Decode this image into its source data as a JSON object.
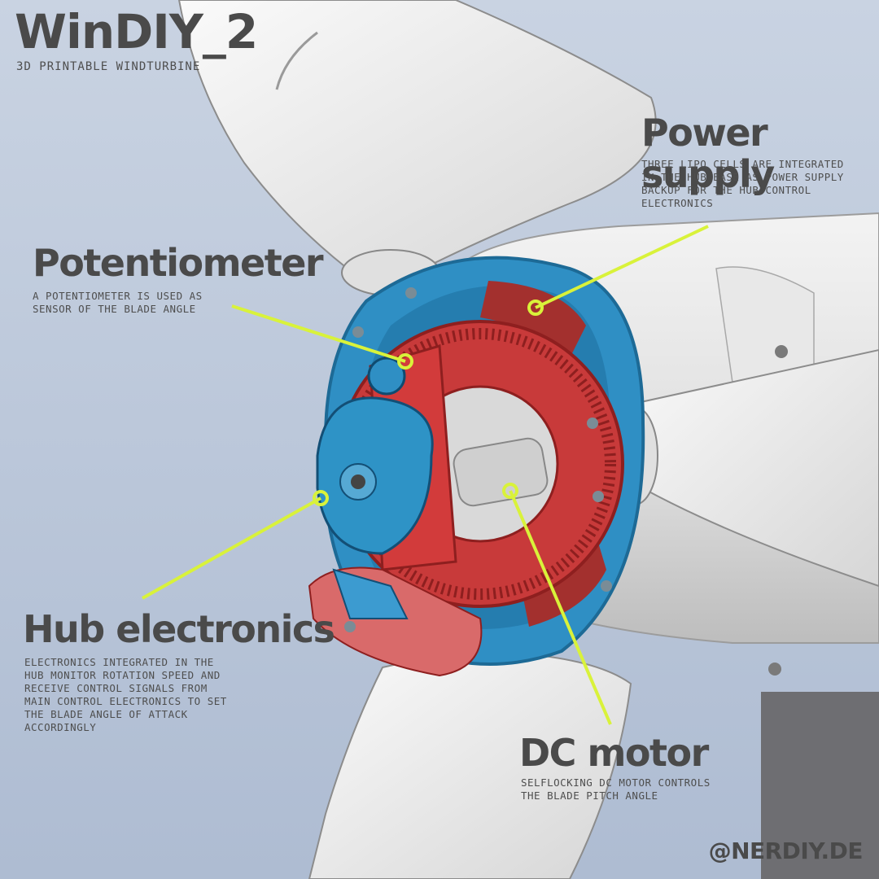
{
  "header": {
    "title": "WinDIY_2",
    "subtitle": "3D PRINTABLE WINDTURBINE"
  },
  "callouts": [
    {
      "heading": "Power supply",
      "description": "THREE LIPO CELLS ARE INTEGRATED IN THE HUB BASE AS POWER SUPPLY BACKUP FOR THE HUB CONTROL ELECTRONICS"
    },
    {
      "heading": "Potentiometer",
      "description": "A POTENTIOMETER IS USED AS SENSOR OF THE BLADE ANGLE"
    },
    {
      "heading": "Hub electronics",
      "description": "ELECTRONICS INTEGRATED IN THE HUB MONITOR ROTATION SPEED AND RECEIVE CONTROL SIGNALS FROM MAIN CONTROL ELECTRONICS TO SET THE BLADE ANGLE OF ATTACK ACCORDINGLY"
    },
    {
      "heading": "DC motor",
      "description": "SELFLOCKING DC MOTOR CONTROLS THE BLADE PITCH ANGLE"
    }
  ],
  "footer": {
    "handle": "@NERDIY.DE"
  },
  "colors": {
    "background": "#b6c3d8",
    "callout_line": "#d9f23a",
    "hub_blue": "#2f8fc4",
    "gear_red": "#c83a3a",
    "text": "#4a4a4a"
  }
}
